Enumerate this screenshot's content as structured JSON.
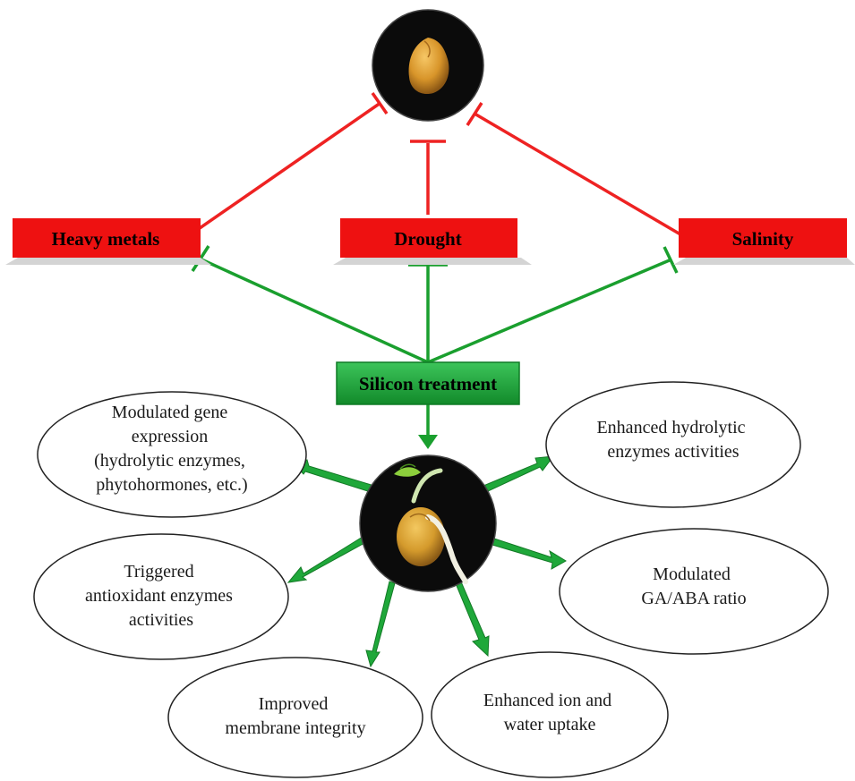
{
  "stressors": {
    "heavy_metals": "Heavy metals",
    "drought": "Drought",
    "salinity": "Salinity"
  },
  "treatment": "Silicon treatment",
  "effects": {
    "gene_expression": [
      "Modulated gene",
      "expression",
      "(hydrolytic enzymes,",
      "phytohormones, etc.)"
    ],
    "hydrolytic": [
      "Enhanced hydrolytic",
      "enzymes activities"
    ],
    "antioxidant": [
      "Triggered",
      "antioxidant enzymes",
      "activities"
    ],
    "ga_aba": [
      "Modulated",
      "GA/ABA ratio"
    ],
    "membrane": [
      "Improved",
      "membrane integrity"
    ],
    "ion_water": [
      "Enhanced ion and",
      "water uptake"
    ]
  },
  "colors": {
    "inhibit": "#ee2222",
    "promote": "#1a9f2e",
    "stress_box": "#ee1111",
    "silicon_box": "#1faa3a",
    "photo_bg": "#0b0b0b"
  },
  "icons": {
    "top_photo": "chickpea-seed-icon",
    "center_photo": "germinating-seed-icon"
  }
}
